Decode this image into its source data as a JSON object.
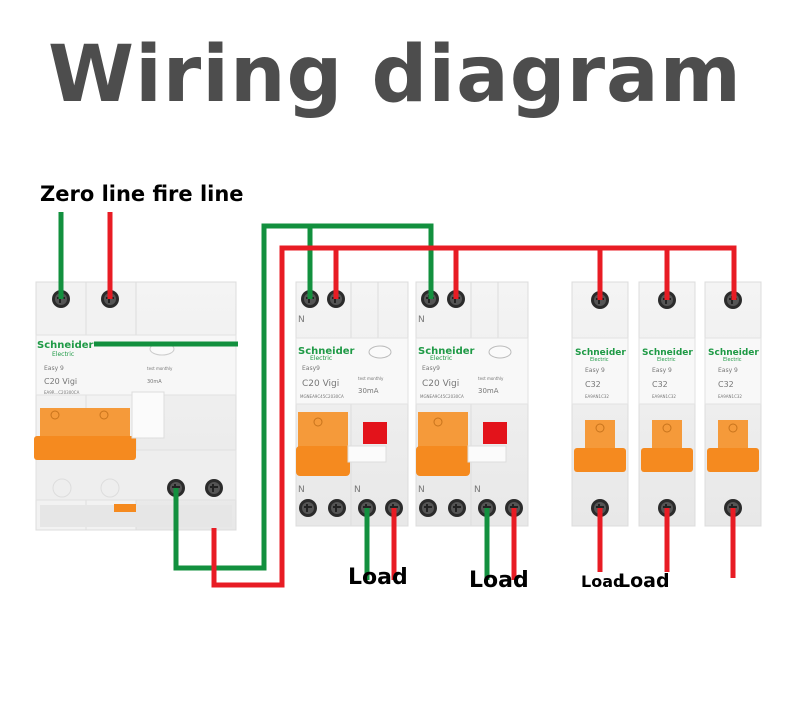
{
  "title": "Wiring diagram",
  "supply_label": "Zero line fire line",
  "colors": {
    "title": "#4d4d4d",
    "neutral_wire": "#12903e",
    "live_wire": "#e81c24",
    "handle": "#f58a1f",
    "brand": "#1f9a46",
    "test_flag": "#e3131b"
  },
  "devices": {
    "main": {
      "brand": "Schneider",
      "brand_sub": "Electric",
      "series": "Easy 9",
      "rating": "C20  Vigi",
      "model": "EA9R...C20300CA",
      "test_text": "test monthly",
      "sensitivity": "30mA"
    },
    "rcbo": [
      {
        "brand": "Schneider",
        "brand_sub": "Electric",
        "series": "Easy9",
        "rating": "C20 Vigi",
        "model": "MGNEA9C45C2030CA",
        "test_text": "test monthly",
        "sensitivity": "30mA",
        "n_top": "N",
        "n_bottom_left": "N",
        "n_bottom_right": "N"
      },
      {
        "brand": "Schneider",
        "brand_sub": "Electric",
        "series": "Easy9",
        "rating": "C20 Vigi",
        "model": "MGNEA9C45C2030CA",
        "test_text": "test monthly",
        "sensitivity": "30mA",
        "n_top": "N",
        "n_bottom_left": "N",
        "n_bottom_right": "N"
      }
    ],
    "mcb": [
      {
        "brand": "Schneider",
        "brand_sub": "Electric",
        "series": "Easy 9",
        "rating": "C32",
        "model": "EA9AN1C32"
      },
      {
        "brand": "Schneider",
        "brand_sub": "Electric",
        "series": "Easy 9",
        "rating": "C32",
        "model": "EA9AN1C32"
      },
      {
        "brand": "Schneider",
        "brand_sub": "Electric",
        "series": "Easy 9",
        "rating": "C32",
        "model": "EA9AN1C32"
      }
    ]
  },
  "loads": [
    {
      "label": "Load"
    },
    {
      "label": "Load"
    },
    {
      "label": "Load"
    },
    {
      "label": "Load"
    }
  ]
}
